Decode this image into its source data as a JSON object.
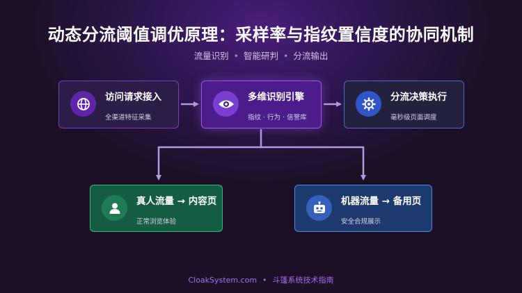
{
  "title": "动态分流阈值调优原理：采样率与指纹置信度的协同机制",
  "subtitle": {
    "items": [
      "流量识别",
      "智能研判",
      "分流输出"
    ],
    "separator": "•"
  },
  "nodes": {
    "access": {
      "title": "访问请求接入",
      "subtitle": "全渠道特征采集",
      "icon": "globe-icon"
    },
    "engine": {
      "title": "多维识别引擎",
      "subtitle": "指纹 · 行为 · 信誉库",
      "icon": "eye-icon"
    },
    "decide": {
      "title": "分流决策执行",
      "subtitle": "毫秒级页面调度",
      "icon": "gear-icon"
    },
    "human": {
      "title": "真人流量 → 内容页",
      "subtitle": "正常浏览体验",
      "icon": "user-icon"
    },
    "bot": {
      "title": "机器流量 → 备用页",
      "subtitle": "安全合规展示",
      "icon": "robot-icon"
    }
  },
  "colors": {
    "connector": "#b39ae0",
    "accent": "#a052f2",
    "human": "#2fbd7a",
    "bot": "#4f86e0"
  },
  "footer": {
    "site": "CloakSystem.com",
    "separator": "•",
    "tagline": "斗篷系统技术指南"
  }
}
